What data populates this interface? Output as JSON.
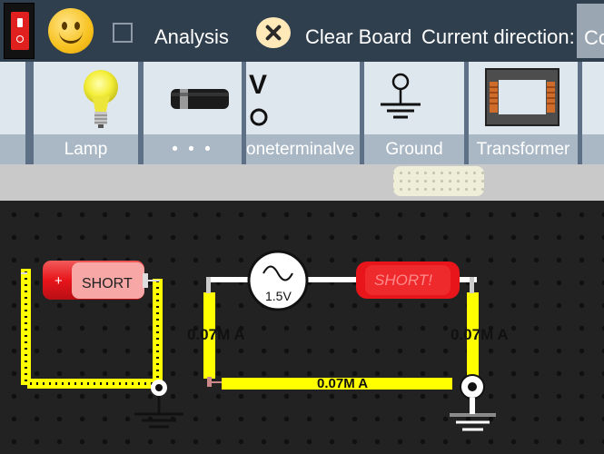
{
  "toolbar": {
    "analysis_label": "Analysis",
    "clear_board_label": "Clear Board",
    "current_direction_label": "Current direction:",
    "right_button_label": "Co"
  },
  "palette": {
    "items": [
      {
        "label": "Lamp",
        "icon": "lamp-icon"
      },
      {
        "label": "• • •",
        "icon": "resistor-icon"
      },
      {
        "label": "oneterminalve",
        "icon": "voltage-terminal-icon"
      },
      {
        "label": "Ground",
        "icon": "ground-icon"
      },
      {
        "label": "Transformer",
        "icon": "transformer-icon"
      }
    ]
  },
  "board": {
    "battery_label": "SHORT",
    "battery_plus": "+",
    "ac_source_voltage": "1.5V",
    "resistor_label": "SHORT!",
    "current_left": "0.07M A",
    "current_right": "0.07M A",
    "current_bottom": "0.07M A"
  },
  "colors": {
    "toolbar_bg": "#2f3f4e",
    "wire": "#ffff00",
    "short_red": "#e8151b"
  }
}
